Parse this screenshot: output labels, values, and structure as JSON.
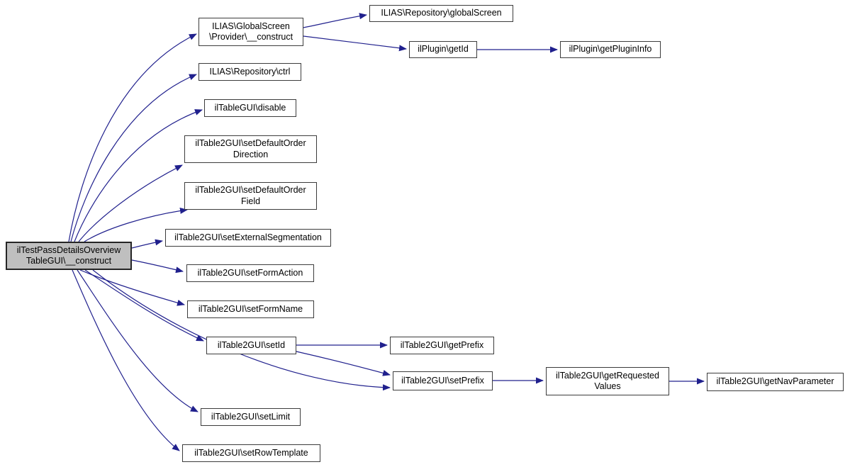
{
  "diagram": {
    "type": "call-graph",
    "colors": {
      "edge": "#20208d",
      "node_border": "#3c3c3c",
      "node_fill": "#ffffff",
      "root_fill": "#bfbfbf",
      "text": "#000000",
      "background": "#ffffff"
    },
    "root_id": "construct",
    "nodes": [
      {
        "id": "construct",
        "root": true,
        "label": "ilTestPassDetailsOverviewTableGUI\\__construct",
        "lines": [
          "ilTestPassDetailsOverview",
          "TableGUI\\__construct"
        ]
      },
      {
        "id": "provider",
        "root": false,
        "label": "ILIAS\\GlobalScreen\\Provider\\__construct",
        "lines": [
          "ILIAS\\GlobalScreen",
          "\\Provider\\__construct"
        ]
      },
      {
        "id": "globalscreen",
        "root": false,
        "label": "ILIAS\\Repository\\globalScreen",
        "lines": [
          "ILIAS\\Repository\\globalScreen"
        ]
      },
      {
        "id": "getid",
        "root": false,
        "label": "ilPlugin\\getId",
        "lines": [
          "ilPlugin\\getId"
        ]
      },
      {
        "id": "getplugininfo",
        "root": false,
        "label": "ilPlugin\\getPluginInfo",
        "lines": [
          "ilPlugin\\getPluginInfo"
        ]
      },
      {
        "id": "ctrl",
        "root": false,
        "label": "ILIAS\\Repository\\ctrl",
        "lines": [
          "ILIAS\\Repository\\ctrl"
        ]
      },
      {
        "id": "disable",
        "root": false,
        "label": "ilTableGUI\\disable",
        "lines": [
          "ilTableGUI\\disable"
        ]
      },
      {
        "id": "setdefaultorderdirection",
        "root": false,
        "label": "ilTable2GUI\\setDefaultOrderDirection",
        "lines": [
          "ilTable2GUI\\setDefaultOrder",
          "Direction"
        ]
      },
      {
        "id": "setdefaultorderfield",
        "root": false,
        "label": "ilTable2GUI\\setDefaultOrderField",
        "lines": [
          "ilTable2GUI\\setDefaultOrder",
          "Field"
        ]
      },
      {
        "id": "setexternalsegmentation",
        "root": false,
        "label": "ilTable2GUI\\setExternalSegmentation",
        "lines": [
          "ilTable2GUI\\setExternalSegmentation"
        ]
      },
      {
        "id": "setformaction",
        "root": false,
        "label": "ilTable2GUI\\setFormAction",
        "lines": [
          "ilTable2GUI\\setFormAction"
        ]
      },
      {
        "id": "setformname",
        "root": false,
        "label": "ilTable2GUI\\setFormName",
        "lines": [
          "ilTable2GUI\\setFormName"
        ]
      },
      {
        "id": "setid",
        "root": false,
        "label": "ilTable2GUI\\setId",
        "lines": [
          "ilTable2GUI\\setId"
        ]
      },
      {
        "id": "setlimit",
        "root": false,
        "label": "ilTable2GUI\\setLimit",
        "lines": [
          "ilTable2GUI\\setLimit"
        ]
      },
      {
        "id": "setrowtemplate",
        "root": false,
        "label": "ilTable2GUI\\setRowTemplate",
        "lines": [
          "ilTable2GUI\\setRowTemplate"
        ]
      },
      {
        "id": "getprefix",
        "root": false,
        "label": "ilTable2GUI\\getPrefix",
        "lines": [
          "ilTable2GUI\\getPrefix"
        ]
      },
      {
        "id": "setprefix",
        "root": false,
        "label": "ilTable2GUI\\setPrefix",
        "lines": [
          "ilTable2GUI\\setPrefix"
        ]
      },
      {
        "id": "getrequestedvalues",
        "root": false,
        "label": "ilTable2GUI\\getRequestedValues",
        "lines": [
          "ilTable2GUI\\getRequested",
          "Values"
        ]
      },
      {
        "id": "getnavparameter",
        "root": false,
        "label": "ilTable2GUI\\getNavParameter",
        "lines": [
          "ilTable2GUI\\getNavParameter"
        ]
      }
    ],
    "edges": [
      {
        "from": "construct",
        "to": "provider"
      },
      {
        "from": "construct",
        "to": "ctrl"
      },
      {
        "from": "construct",
        "to": "disable"
      },
      {
        "from": "construct",
        "to": "setdefaultorderdirection"
      },
      {
        "from": "construct",
        "to": "setdefaultorderfield"
      },
      {
        "from": "construct",
        "to": "setexternalsegmentation"
      },
      {
        "from": "construct",
        "to": "setformaction"
      },
      {
        "from": "construct",
        "to": "setformname"
      },
      {
        "from": "construct",
        "to": "setid"
      },
      {
        "from": "construct",
        "to": "setprefix"
      },
      {
        "from": "construct",
        "to": "setlimit"
      },
      {
        "from": "construct",
        "to": "setrowtemplate"
      },
      {
        "from": "provider",
        "to": "globalscreen"
      },
      {
        "from": "provider",
        "to": "getid"
      },
      {
        "from": "getid",
        "to": "getplugininfo"
      },
      {
        "from": "setid",
        "to": "getprefix"
      },
      {
        "from": "setid",
        "to": "setprefix"
      },
      {
        "from": "setprefix",
        "to": "getrequestedvalues"
      },
      {
        "from": "getrequestedvalues",
        "to": "getnavparameter"
      }
    ]
  }
}
